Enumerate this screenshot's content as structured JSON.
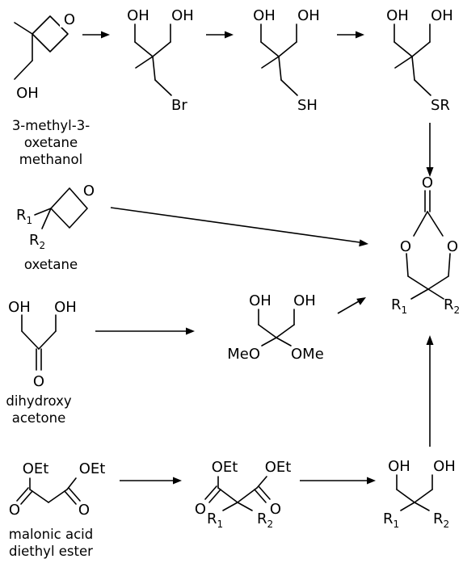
{
  "atoms": {
    "oh": "OH",
    "br": "Br",
    "sh": "SH",
    "sr": "SR",
    "o": "O",
    "r": "R",
    "sub1": "1",
    "sub2": "2",
    "meo": "MeO",
    "ome": "OMe",
    "oet": "OEt"
  },
  "captions": {
    "oxetane_methanol": [
      "3-methyl-3-",
      "oxetane",
      "methanol"
    ],
    "oxetane": [
      "oxetane"
    ],
    "dihydroxyacetone": [
      "dihydroxy",
      "acetone"
    ],
    "malonic": [
      "malonic acid",
      "diethyl ester"
    ]
  },
  "colors": {
    "ink": "#000000",
    "background": "#ffffff"
  }
}
